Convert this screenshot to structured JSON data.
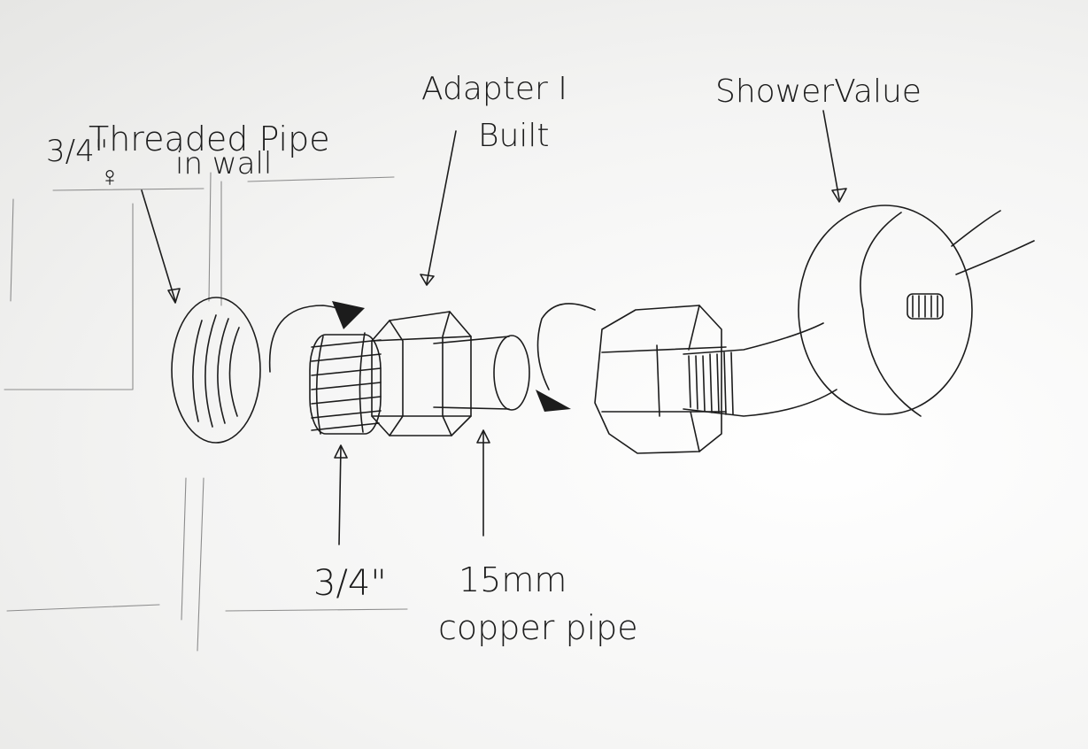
{
  "labels": {
    "threaded_pipe": {
      "size": "3/4\"",
      "text": "Threaded Pipe",
      "line2": "in wall",
      "female_symbol": "♀"
    },
    "adapter": {
      "line1": "Adapter I",
      "line2": "Built"
    },
    "shower_valve": "ShowerValue",
    "fitting_size": "3/4\"",
    "copper": {
      "line1": "15mm",
      "line2": "copper pipe"
    }
  },
  "colors": {
    "ink": "#1c1c1c",
    "wall_lines": "#8c8c8c",
    "paper": "#ffffff"
  },
  "icons": [
    "curved-arrow-icon",
    "curved-arrow-icon",
    "pointer-arrow-icon"
  ]
}
